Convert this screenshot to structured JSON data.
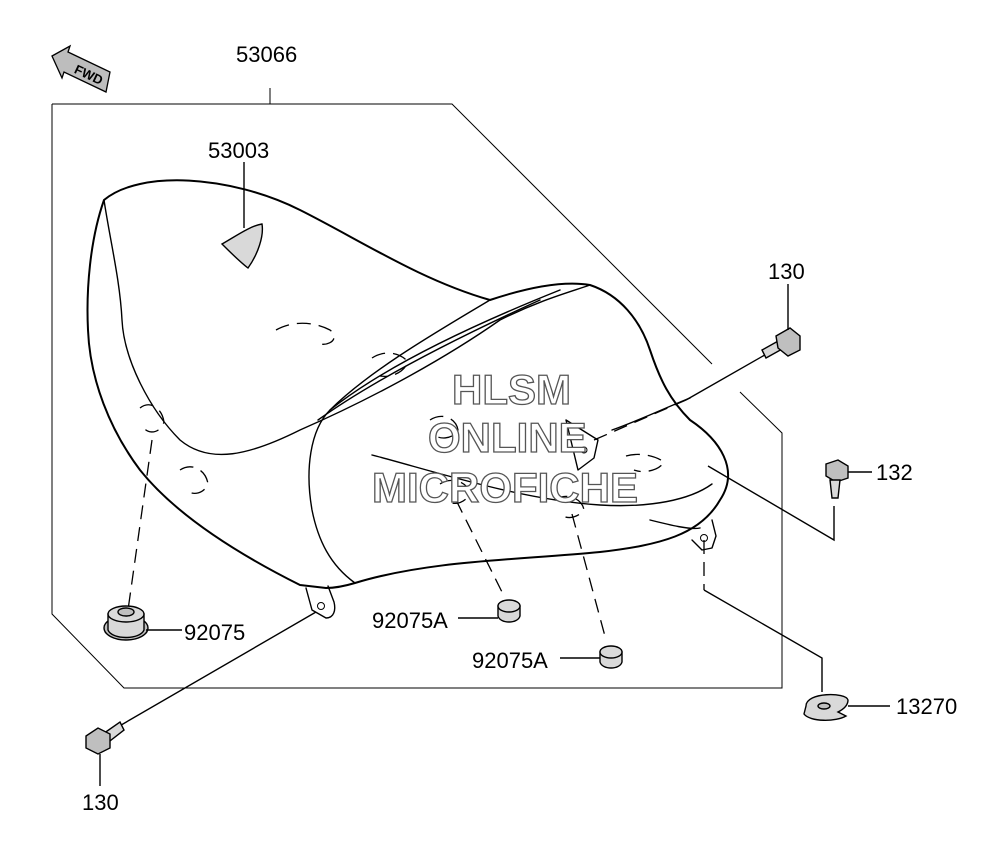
{
  "direction_badge": {
    "text": "FWD",
    "icon": "arrow-left-icon"
  },
  "parts": {
    "seat_assembly": "53066",
    "label_sticker": "53003",
    "bolt_upper": "130",
    "bolt_lower": "130",
    "bolt_side": "132",
    "damper_left": "92075",
    "damper_mid": "92075A",
    "damper_right": "92075A",
    "clip": "13270"
  },
  "watermark": {
    "line1": "HLSM",
    "line2": "ONLINE",
    "line3": "MICROFICHE"
  },
  "colors": {
    "line": "#000000",
    "part_fill": "#d9d9d9",
    "background": "#ffffff"
  }
}
